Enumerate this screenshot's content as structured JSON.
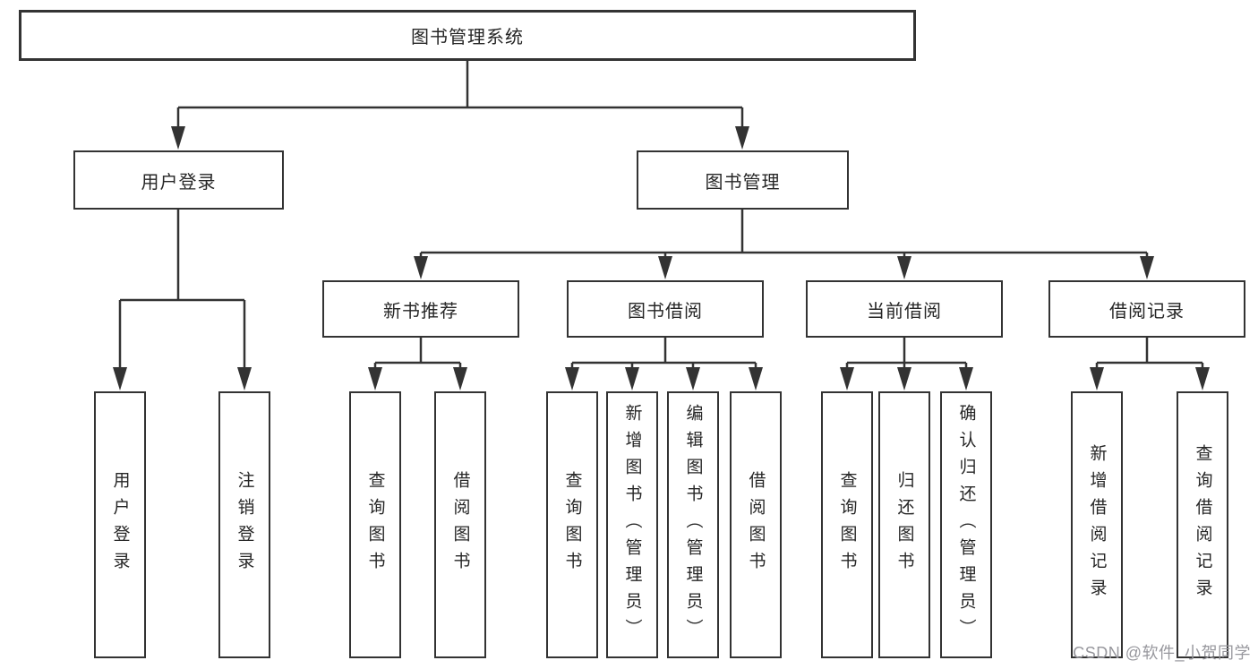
{
  "tree": {
    "root": {
      "label": "图书管理系统"
    },
    "branches": [
      {
        "label": "用户登录",
        "children": [
          {
            "label": "用户登录"
          },
          {
            "label": "注销登录"
          }
        ]
      },
      {
        "label": "图书管理",
        "children": [
          {
            "label": "新书推荐",
            "children": [
              {
                "label": "查询图书"
              },
              {
                "label": "借阅图书"
              }
            ]
          },
          {
            "label": "图书借阅",
            "children": [
              {
                "label": "查询图书"
              },
              {
                "label": "新增图书（管理员）"
              },
              {
                "label": "编辑图书（管理员）"
              },
              {
                "label": "借阅图书"
              }
            ]
          },
          {
            "label": "当前借阅",
            "children": [
              {
                "label": "查询图书"
              },
              {
                "label": "归还图书"
              },
              {
                "label": "确认归还（管理员）"
              }
            ]
          },
          {
            "label": "借阅记录",
            "children": [
              {
                "label": "新增借阅记录"
              },
              {
                "label": "查询借阅记录"
              }
            ]
          }
        ]
      }
    ]
  },
  "watermark": {
    "text": "CSDN @软件_小贺同学"
  },
  "colors": {
    "line": "#333333",
    "box_border": "#333333",
    "text": "#262626",
    "watermark": "#97979d",
    "background": "#ffffff"
  }
}
